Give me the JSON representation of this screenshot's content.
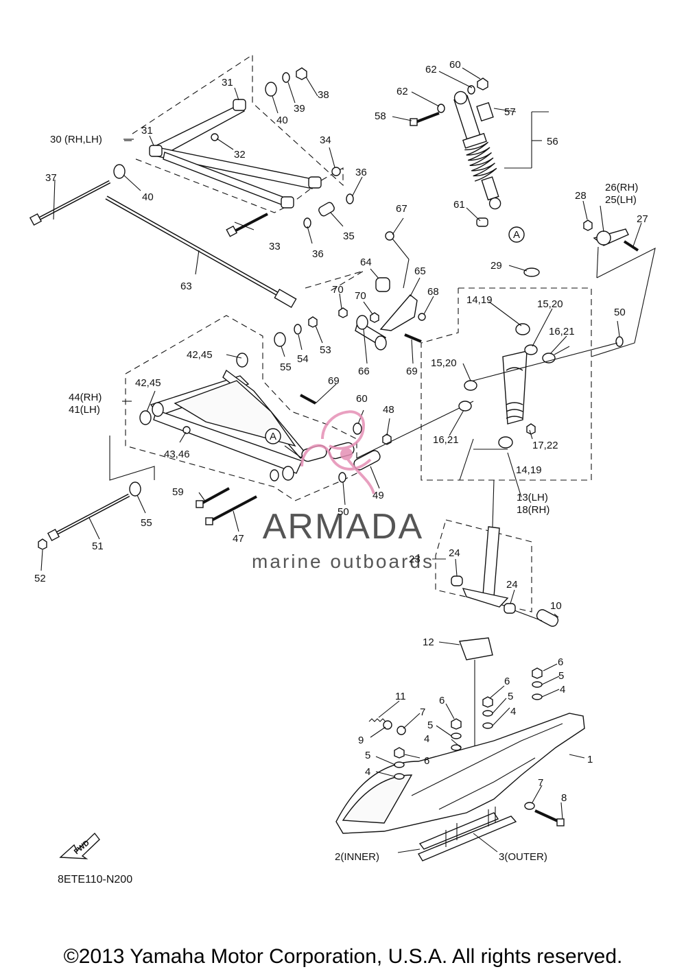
{
  "watermark": {
    "brand": "ARMADA",
    "tagline": "marine outboards",
    "brand_color": "#555555",
    "accent_color": "#e58fb5"
  },
  "diagram_code": "8ETE110-N200",
  "fwd_label": "FWD",
  "copyright": "©2013 Yamaha Motor Corporation, U.S.A. All rights reserved.",
  "callouts": {
    "c1": "1",
    "c2": "2(INNER)",
    "c3": "3(OUTER)",
    "c4a": "4",
    "c4b": "4",
    "c4c": "4",
    "c4d": "4",
    "c5a": "5",
    "c5b": "5",
    "c5c": "5",
    "c5d": "5",
    "c6a": "6",
    "c6b": "6",
    "c6c": "6",
    "c6d": "6",
    "c7a": "7",
    "c7b": "7",
    "c8": "8",
    "c9": "9",
    "c10": "10",
    "c11": "11",
    "c12": "12",
    "c13": "13(LH)",
    "c18": "18(RH)",
    "c1419a": "14,19",
    "c1419b": "14,19",
    "c1520a": "15,20",
    "c1520b": "15,20",
    "c1621a": "16,21",
    "c1621b": "16,21",
    "c1722": "17,22",
    "c23": "23",
    "c24a": "24",
    "c24b": "24",
    "c26": "26(RH)",
    "c25": "25(LH)",
    "c27": "27",
    "c28": "28",
    "c29": "29",
    "c30": "30 (RH,LH)",
    "c31a": "31",
    "c31b": "31",
    "c32": "32",
    "c33": "33",
    "c34": "34",
    "c35": "35",
    "c36a": "36",
    "c36b": "36",
    "c37": "37",
    "c38": "38",
    "c39": "39",
    "c40a": "40",
    "c40b": "40",
    "c44": "44(RH)",
    "c41": "41(LH)",
    "c4245a": "42,45",
    "c4245b": "42,45",
    "c4346": "43,46",
    "c47": "47",
    "c48": "48",
    "c49": "49",
    "c50a": "50",
    "c50b": "50",
    "c51": "51",
    "c52": "52",
    "c53": "53",
    "c54": "54",
    "c55a": "55",
    "c55b": "55",
    "c56": "56",
    "c57": "57",
    "c58": "58",
    "c59": "59",
    "c60a": "60",
    "c60b": "60",
    "c61": "61",
    "c62a": "62",
    "c62b": "62",
    "c63": "63",
    "c64": "64",
    "c65": "65",
    "c66": "66",
    "c67": "67",
    "c68": "68",
    "c69a": "69",
    "c69b": "69",
    "c70a": "70",
    "c70b": "70",
    "refA1": "A",
    "refA2": "A"
  }
}
